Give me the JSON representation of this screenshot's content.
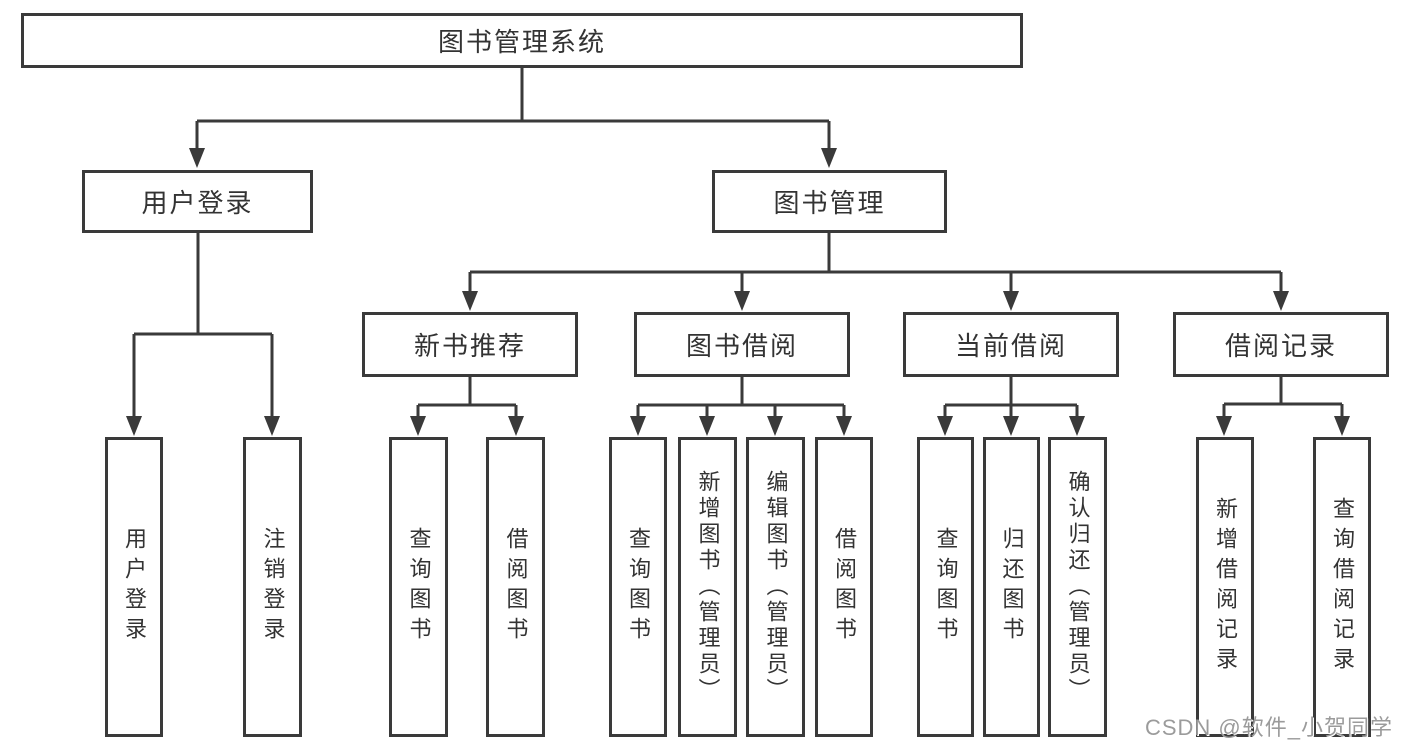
{
  "colors": {
    "line": "#3a3a3a",
    "box_border": "#3a3a3a",
    "box_fill": "#ffffff",
    "text": "#333333",
    "watermark": "#9b9b9b",
    "background": "#ffffff"
  },
  "tree": {
    "root": "图书管理系统",
    "branches": [
      {
        "label": "用户登录",
        "children": [
          "用户登录",
          "注销登录"
        ]
      },
      {
        "label": "图书管理",
        "sections": [
          {
            "label": "新书推荐",
            "children": [
              "查询图书",
              "借阅图书"
            ]
          },
          {
            "label": "图书借阅",
            "children": [
              "查询图书",
              "新增图书（管理员）",
              "编辑图书（管理员）",
              "借阅图书"
            ]
          },
          {
            "label": "当前借阅",
            "children": [
              "查询图书",
              "归还图书",
              "确认归还（管理员）"
            ]
          },
          {
            "label": "借阅记录",
            "children": [
              "新增借阅记录",
              "查询借阅记录"
            ]
          }
        ]
      }
    ]
  },
  "watermark": "CSDN @软件_小贺同学"
}
